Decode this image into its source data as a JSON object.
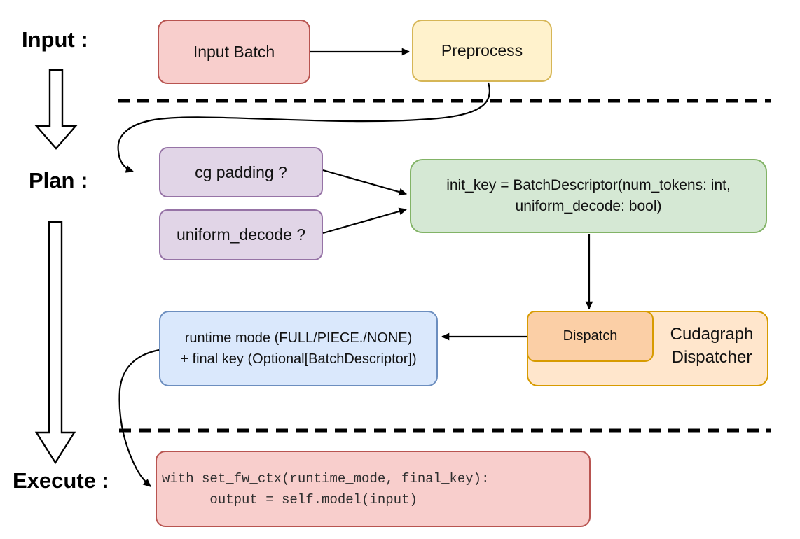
{
  "labels": {
    "input": "Input :",
    "plan": "Plan :",
    "execute": "Execute :"
  },
  "nodes": {
    "input_batch": {
      "label": "Input Batch",
      "fill": "#f8cecc",
      "stroke": "#b85450"
    },
    "preprocess": {
      "label": "Preprocess",
      "fill": "#fff2cc",
      "stroke": "#d6b656"
    },
    "cg_padding": {
      "label": "cg padding ?",
      "fill": "#e1d5e7",
      "stroke": "#9673a6"
    },
    "uniform_decode": {
      "label": "uniform_decode ?",
      "fill": "#e1d5e7",
      "stroke": "#9673a6"
    },
    "init_key": {
      "line1": "init_key = BatchDescriptor(num_tokens: int,",
      "line2": "uniform_decode: bool)",
      "fill": "#d5e8d4",
      "stroke": "#82b366"
    },
    "runtime_mode": {
      "line1": "runtime mode (FULL/PIECE./NONE)",
      "line2": "+ final key (Optional[BatchDescriptor])",
      "fill": "#dae8fc",
      "stroke": "#6c8ebf"
    },
    "dispatch": {
      "label": "Dispatch",
      "fill": "#fbcfa6",
      "stroke": "#d79b00"
    },
    "cudagraph_dispatcher": {
      "line1": "Cudagraph",
      "line2": "Dispatcher",
      "fill": "#ffe6cc",
      "stroke": "#d79b00"
    },
    "execute_code": {
      "line1": "with set_fw_ctx(runtime_mode, final_key):",
      "line2": "      output = self.model(input)",
      "fill": "#f8cecc",
      "stroke": "#b85450"
    }
  },
  "connector_color": "#000000",
  "separator_style": "dashed"
}
